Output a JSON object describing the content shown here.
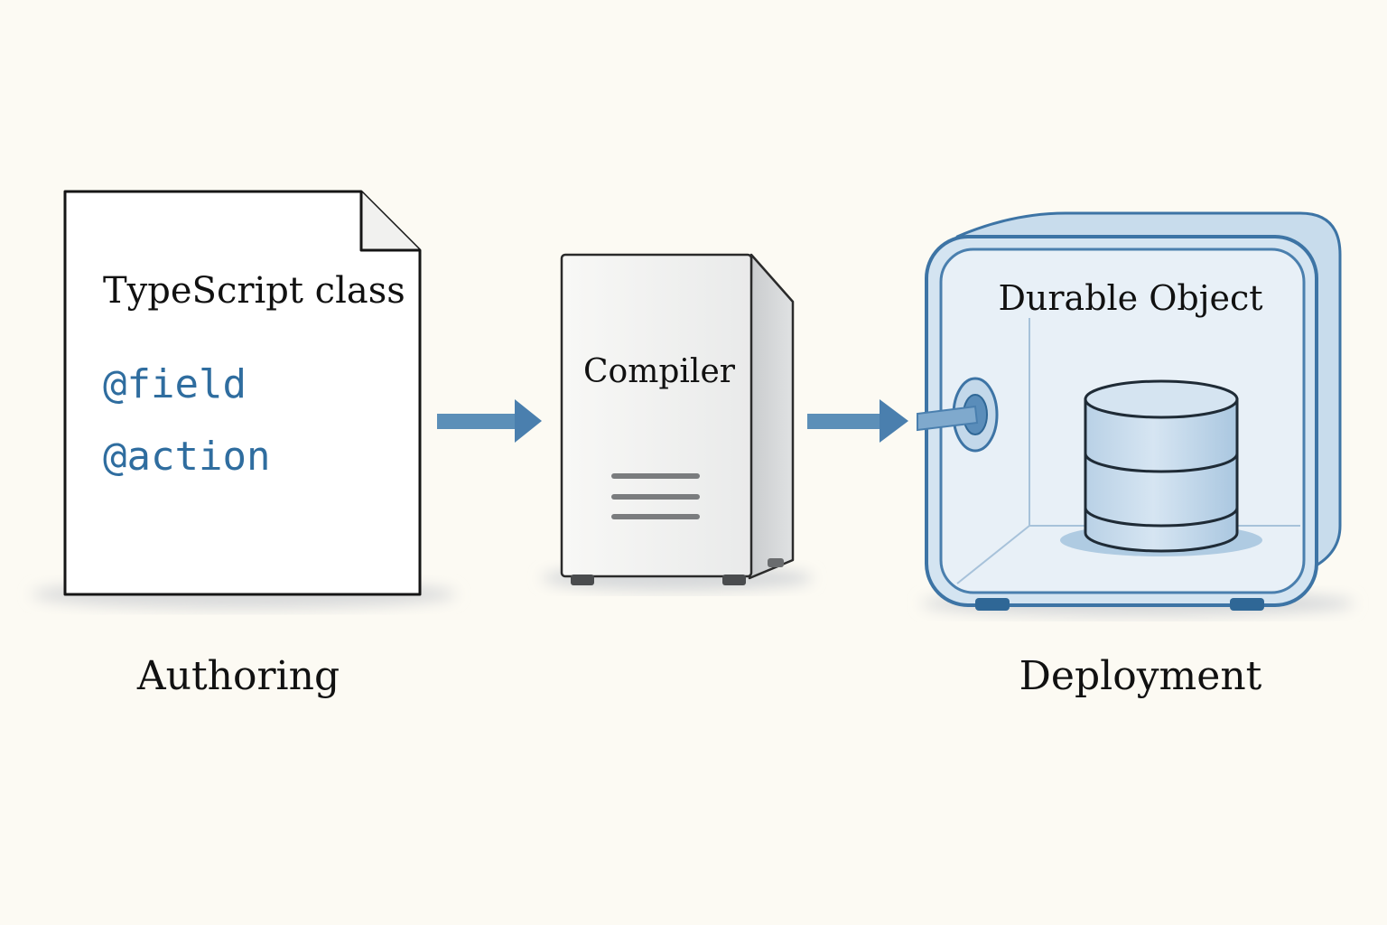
{
  "document": {
    "title": "TypeScript class",
    "decorators": [
      "@field",
      "@action"
    ]
  },
  "compiler": {
    "label": "Compiler"
  },
  "durable_object": {
    "label": "Durable Object"
  },
  "stages": {
    "authoring": "Authoring",
    "deployment": "Deployment"
  },
  "colors": {
    "background": "#fcfaf3",
    "accent_blue": "#4a7fae",
    "code_blue": "#2f6d9f",
    "arrow_blue": "#5c8fb8",
    "object_fill": "#dbe8f3"
  }
}
